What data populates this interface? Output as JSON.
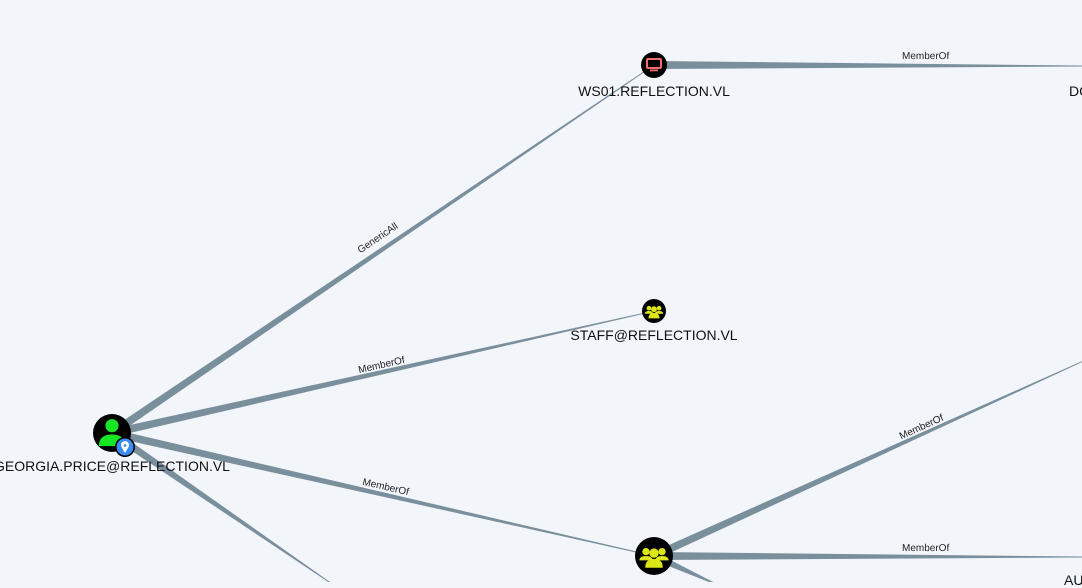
{
  "graph": {
    "nodes": [
      {
        "id": "georgia",
        "label": "GEORGIA.PRICE@REFLECTION.VL",
        "type": "user",
        "icon": "user-icon",
        "color": "#17e625",
        "badge": "location-pin-icon",
        "badge_color": "#3b8df5"
      },
      {
        "id": "ws01",
        "label": "WS01.REFLECTION.VL",
        "type": "computer",
        "icon": "computer-icon",
        "color": "#f26d6d"
      },
      {
        "id": "staff",
        "label": "STAFF@REFLECTION.VL",
        "type": "group",
        "icon": "group-icon",
        "color": "#dbe617"
      },
      {
        "id": "group",
        "label": "",
        "type": "group",
        "icon": "group-icon",
        "color": "#dbe617"
      },
      {
        "id": "dc",
        "label": "DC",
        "type": "partial"
      },
      {
        "id": "au",
        "label": "AU",
        "type": "partial"
      }
    ],
    "edges": [
      {
        "from": "georgia",
        "to": "ws01",
        "label": "GenericAll"
      },
      {
        "from": "georgia",
        "to": "staff",
        "label": "MemberOf"
      },
      {
        "from": "georgia",
        "to": "group",
        "label": "MemberOf"
      },
      {
        "from": "georgia",
        "to": "offscreen-bottom",
        "label": ""
      },
      {
        "from": "ws01",
        "to": "offscreen-right",
        "label": "MemberOf"
      },
      {
        "from": "group",
        "to": "offscreen-right-upper",
        "label": "MemberOf"
      },
      {
        "from": "group",
        "to": "offscreen-right",
        "label": "MemberOf"
      },
      {
        "from": "group",
        "to": "offscreen-bottom",
        "label": ""
      }
    ],
    "edge_color": "#7a8f9c"
  }
}
